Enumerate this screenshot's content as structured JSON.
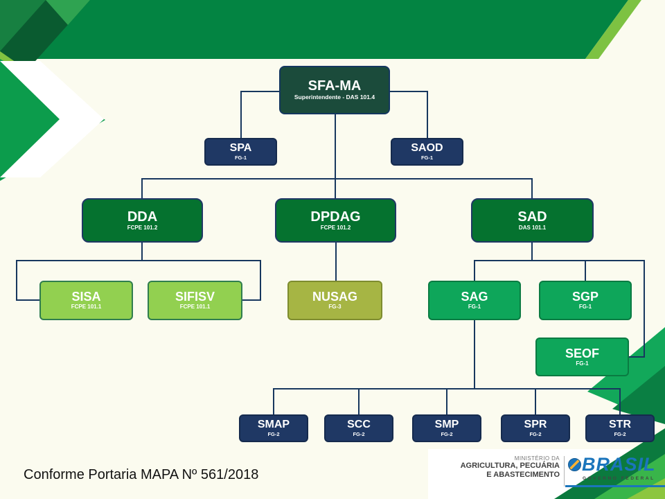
{
  "footer": {
    "text": "Conforme Portaria MAPA Nº 561/2018"
  },
  "org": {
    "nodes": [
      {
        "id": "sfa-ma",
        "title": "SFA-MA",
        "subtitle": "Superintendente - DAS 101.4"
      },
      {
        "id": "spa",
        "title": "SPA",
        "subtitle": "FG-1"
      },
      {
        "id": "saod",
        "title": "SAOD",
        "subtitle": "FG-1"
      },
      {
        "id": "dda",
        "title": "DDA",
        "subtitle": "FCPE 101.2"
      },
      {
        "id": "dpdag",
        "title": "DPDAG",
        "subtitle": "FCPE 101.2"
      },
      {
        "id": "sad",
        "title": "SAD",
        "subtitle": "DAS 101.1"
      },
      {
        "id": "sisa",
        "title": "SISA",
        "subtitle": "FCPE 101.1"
      },
      {
        "id": "sifisv",
        "title": "SIFISV",
        "subtitle": "FCPE 101.1"
      },
      {
        "id": "nusag",
        "title": "NUSAG",
        "subtitle": "FG-3"
      },
      {
        "id": "sag",
        "title": "SAG",
        "subtitle": "FG-1"
      },
      {
        "id": "sgp",
        "title": "SGP",
        "subtitle": "FG-1"
      },
      {
        "id": "seof",
        "title": "SEOF",
        "subtitle": "FG-1"
      },
      {
        "id": "smap",
        "title": "SMAP",
        "subtitle": "FG-2"
      },
      {
        "id": "scc",
        "title": "SCC",
        "subtitle": "FG-2"
      },
      {
        "id": "smp",
        "title": "SMP",
        "subtitle": "FG-2"
      },
      {
        "id": "spr",
        "title": "SPR",
        "subtitle": "FG-2"
      },
      {
        "id": "str",
        "title": "STR",
        "subtitle": "FG-2"
      }
    ]
  },
  "logos": {
    "ministry": {
      "line1": "MINISTÉRIO DA",
      "line2": "AGRICULTURA, PECUÁRIA",
      "line3": "E ABASTECIMENTO"
    },
    "brasil": {
      "name": "BRASIL",
      "tagline": "GOVERNO FEDERAL"
    }
  },
  "colors": {
    "background": "#FBFBEF",
    "banner_green": "#038442",
    "navy_box": "#1F3864",
    "dark_green_box": "#05722F",
    "light_green_box": "#92D050",
    "olive_box": "#A6B544",
    "emerald_box": "#0EA65A",
    "root_box": "#1B4B3B",
    "connector": "#17375E",
    "brasil_blue": "#1B75BC"
  }
}
